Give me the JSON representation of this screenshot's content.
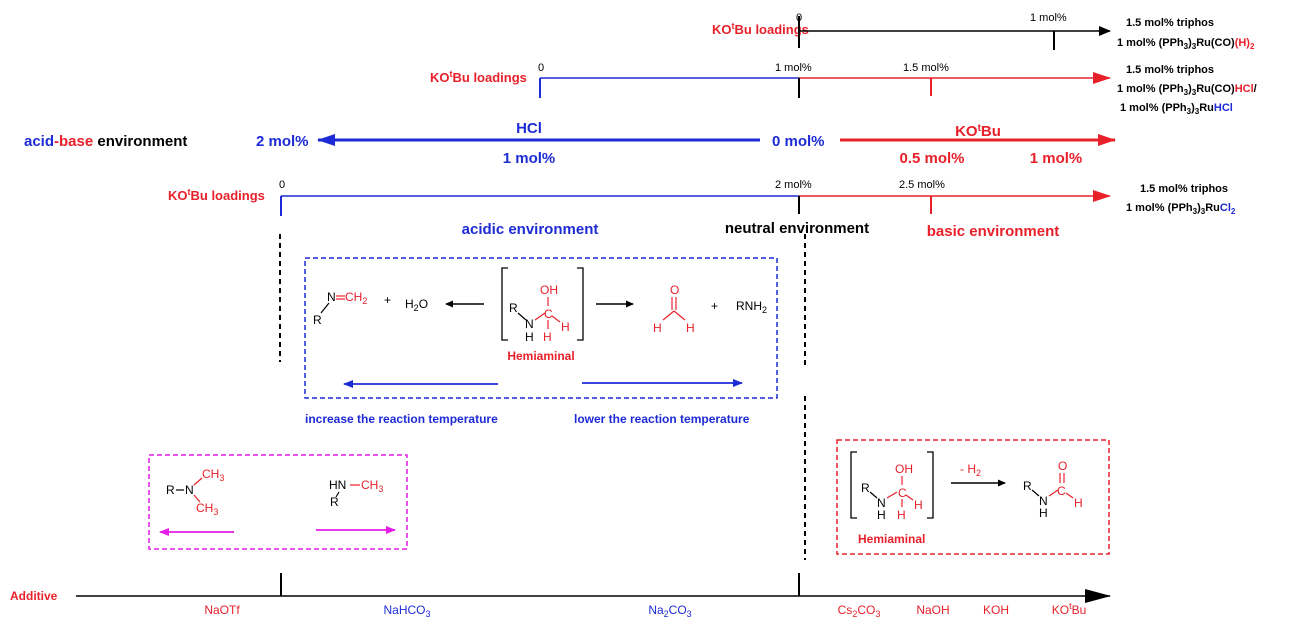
{
  "colors": {
    "red": "#e8202a",
    "blue": "#1d2bd6",
    "black": "#000000",
    "magenta": "#e61ce6"
  },
  "scale1": {
    "loadings_label": "KO",
    "loadings_sup": "t",
    "loadings_suffix": "Bu loadings",
    "tick_start": "0",
    "tick_end": "1 mol%",
    "catalyst_line1": "1.5 mol% triphos",
    "catalyst_line2_prefix": "1 mol% (PPh",
    "catalyst_line2_sub": "3",
    "catalyst_line2_mid": ")",
    "catalyst_line2_sub2": "3",
    "catalyst_line2_rest": "Ru(CO)",
    "catalyst_line2_colored": "(H)",
    "catalyst_line2_sub3": "2"
  },
  "scale2": {
    "loadings_label": "KO",
    "loadings_sup": "t",
    "loadings_suffix": "Bu loadings",
    "tick_start": "0",
    "tick_mid": "1 mol%",
    "tick_end": "1.5 mol%",
    "catalyst_line1": "1.5 mol% triphos",
    "catalyst_line2_prefix": "1 mol% (PPh",
    "catalyst_line2_sub": "3",
    "catalyst_line2_mid": ")",
    "catalyst_line2_sub2": "3",
    "catalyst_line2_rest": "Ru(CO)",
    "catalyst_line2_colored": "HCl",
    "catalyst_line2_slash": "/",
    "catalyst_line3_prefix": "1 mol% (PPh",
    "catalyst_line3_sub": "3",
    "catalyst_line3_mid": ")",
    "catalyst_line3_sub2": "3",
    "catalyst_line3_rest": "Ru",
    "catalyst_line3_colored": "HCl"
  },
  "env_axis": {
    "title_acid": "acid",
    "title_dash": "-",
    "title_base": "base",
    "title_env": " environment",
    "hcl_label": "HCl",
    "hcl_2": "2 mol%",
    "hcl_1": "1 mol%",
    "zero": "0 mol%",
    "kotbu_label_prefix": "KO",
    "kotbu_label_sup": "t",
    "kotbu_label_suffix": "Bu",
    "kotbu_05": "0.5 mol%",
    "kotbu_1": "1 mol%"
  },
  "scale3": {
    "loadings_label": "KO",
    "loadings_sup": "t",
    "loadings_suffix": "Bu loadings",
    "tick_start": "0",
    "tick_mid": "2 mol%",
    "tick_end": "2.5 mol%",
    "catalyst_line1": "1.5 mol% triphos",
    "catalyst_line2_prefix": "1 mol% (PPh",
    "catalyst_line2_sub": "3",
    "catalyst_line2_mid": ")",
    "catalyst_line2_sub2": "3",
    "catalyst_line2_rest": "Ru",
    "catalyst_line2_colored": "Cl",
    "catalyst_line2_sub3": "2"
  },
  "environments": {
    "acidic": "acidic environment",
    "neutral": "neutral environment",
    "basic": "basic environment"
  },
  "blue_box": {
    "imine_n": "N",
    "imine_ch2": "CH",
    "imine_ch2_sub": "2",
    "imine_r": "R",
    "plus1": "+",
    "water": "H",
    "water_sub": "2",
    "water_o": "O",
    "hemi_r": "R",
    "hemi_n": "N",
    "hemi_h": "H",
    "hemi_oh": "OH",
    "hemi_c": "C",
    "hemi_h2": "H",
    "hemi_h3": "H",
    "hemiaminal_label": "Hemiaminal",
    "ald_o": "O",
    "ald_h1": "H",
    "ald_h2": "H",
    "plus2": "+",
    "amine": "RNH",
    "amine_sub": "2",
    "increase": "increase the reaction temperature",
    "lower": "lower the reaction temperature"
  },
  "magenta_box": {
    "tert_r": "R",
    "tert_n": "N",
    "tert_ch3a": "CH",
    "tert_ch3a_sub": "3",
    "tert_ch3b": "CH",
    "tert_ch3b_sub": "3",
    "sec_hn": "HN",
    "sec_ch3": "CH",
    "sec_ch3_sub": "3",
    "sec_r": "R"
  },
  "red_box": {
    "hemi_r": "R",
    "hemi_n": "N",
    "hemi_h": "H",
    "hemi_oh": "OH",
    "hemi_c": "C",
    "hemi_h2": "H",
    "hemi_h3": "H",
    "minus_h2": "- H",
    "minus_h2_sub": "2",
    "form_r": "R",
    "form_n": "N",
    "form_h": "H",
    "form_o": "O",
    "form_c": "C",
    "form_h2": "H",
    "hemiaminal_label": "Hemiaminal"
  },
  "additive": {
    "label": "Additive",
    "items": [
      {
        "base": "NaOTf",
        "sub": "",
        "tail": "",
        "color": "#e8202a"
      },
      {
        "base": "NaHCO",
        "sub": "3",
        "tail": "",
        "color": "#1d2bd6"
      },
      {
        "base": "Na",
        "sub": "2",
        "tail": "CO",
        "sub2": "3",
        "color": "#1d2bd6"
      },
      {
        "base": "Cs",
        "sub": "2",
        "tail": "CO",
        "sub2": "3",
        "color": "#e8202a"
      },
      {
        "base": "NaOH",
        "sub": "",
        "tail": "",
        "color": "#e8202a"
      },
      {
        "base": "KOH",
        "sub": "",
        "tail": "",
        "color": "#e8202a"
      },
      {
        "base": "KO",
        "sup": "t",
        "tail": "Bu",
        "color": "#e8202a"
      }
    ]
  }
}
